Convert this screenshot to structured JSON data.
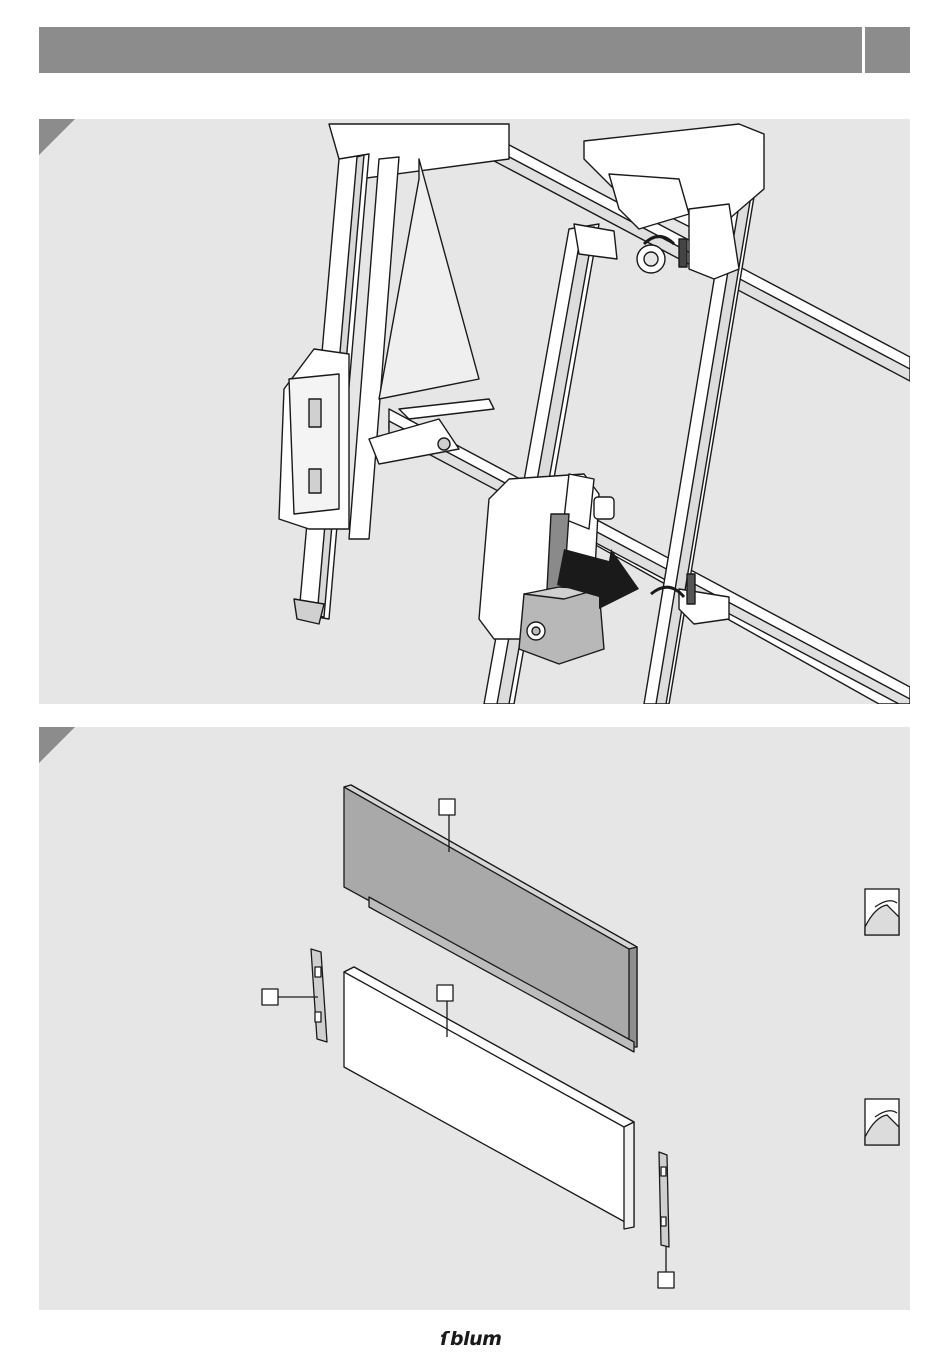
{
  "document": {
    "header_title": "",
    "page_number": ""
  },
  "step1": {
    "illustration": "rail-rig-with-clamp-release"
  },
  "step2": {
    "illustration": "drawer-back-panel-and-brackets"
  },
  "colors": {
    "header": "#8c8c8c",
    "panel_bg": "#e6e6e6",
    "metal": "#a6a6a6",
    "dark": "#1a1a1a"
  },
  "icons": [
    "arrow-right-icon",
    "rotate-icon",
    "peel-sticker-icon"
  ],
  "footer": {
    "logo": "blum"
  }
}
